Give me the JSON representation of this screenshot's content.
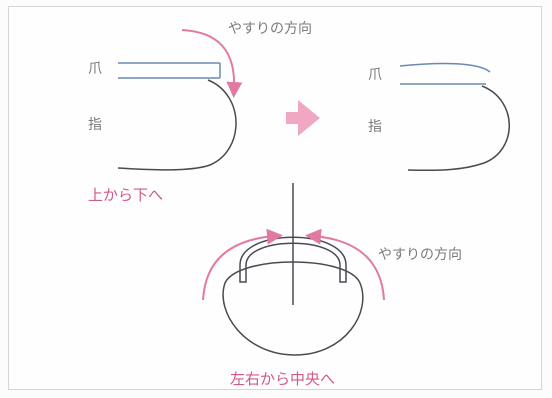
{
  "labels": {
    "direction_top": "やすりの方向",
    "nail_left": "爪",
    "finger_left": "指",
    "nail_right": "爪",
    "finger_right": "指",
    "direction_bottom": "やすりの方向"
  },
  "captions": {
    "top_to_bottom": "上から下へ",
    "sides_to_center": "左右から中央へ"
  },
  "colors": {
    "accent": "#e07aa3",
    "arrow": "#f0a8c2",
    "line": "#4a4a52",
    "nail_line": "#6a88b3"
  }
}
